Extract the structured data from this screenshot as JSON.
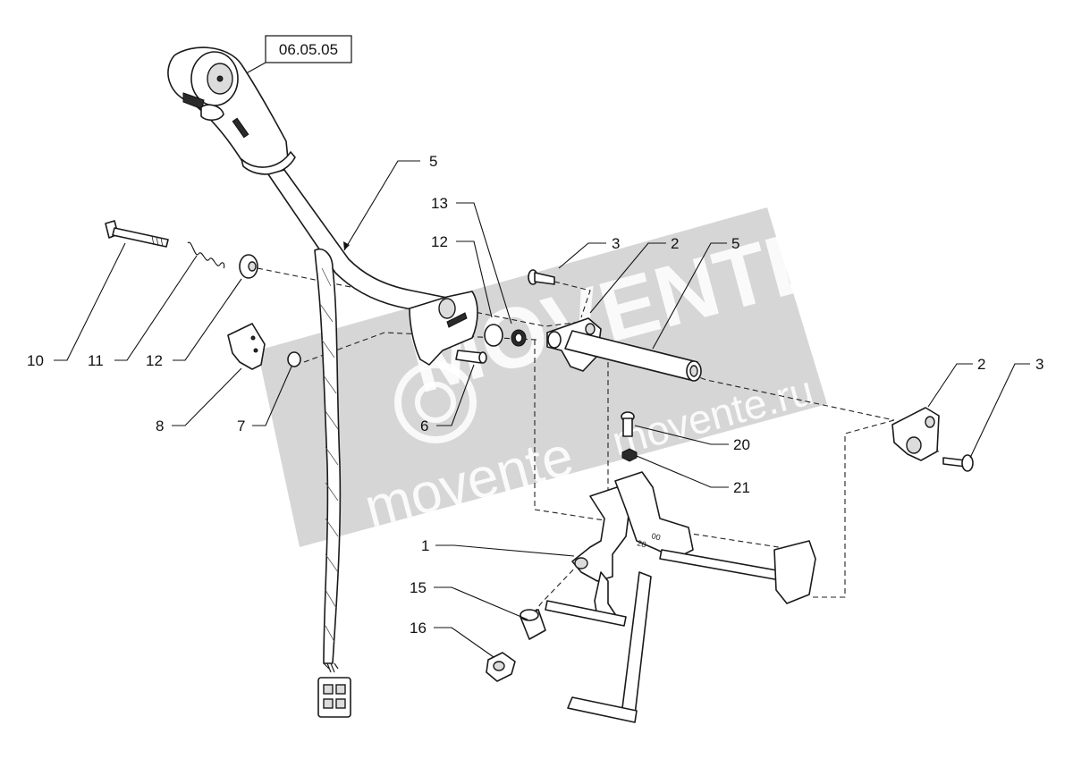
{
  "diagram": {
    "ref_box_label": "06.05.05",
    "callouts": {
      "c5a": "5",
      "c13": "13",
      "c12a": "12",
      "c3a": "3",
      "c2a": "2",
      "c5b": "5",
      "c10": "10",
      "c11": "11",
      "c12b": "12",
      "c8": "8",
      "c7": "7",
      "c6": "6",
      "c20": "20",
      "c21": "21",
      "c2b": "2",
      "c3b": "3",
      "c1": "1",
      "c15": "15",
      "c16": "16"
    }
  },
  "watermark": {
    "logo_text": "MOVENTE",
    "domain_text": "movente.ru",
    "site_text": "movente"
  },
  "colors": {
    "line": "#1a1a1a",
    "watermark": "#9e9e9e"
  }
}
